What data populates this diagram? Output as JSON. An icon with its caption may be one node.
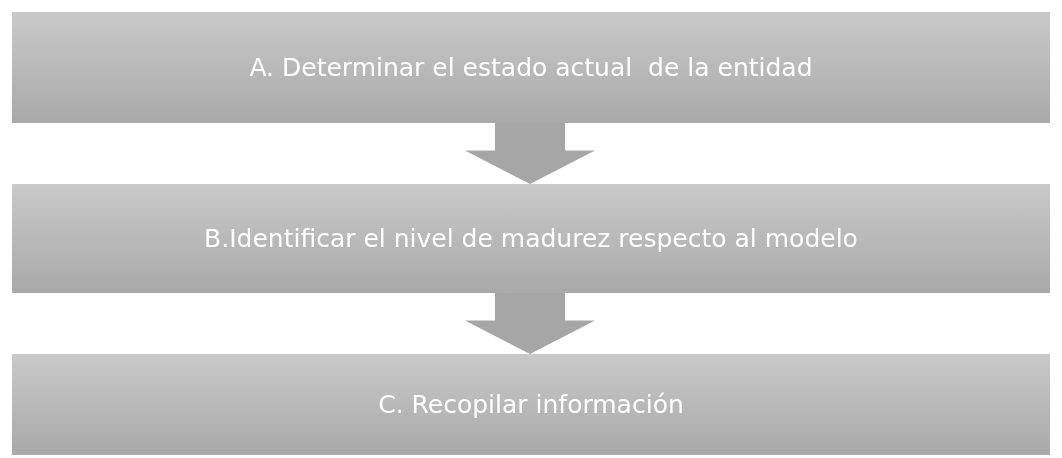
{
  "diagram": {
    "nodes": [
      {
        "text": [
          "A. Determinar el estado actual  de la entidad"
        ]
      },
      {
        "text": [
          "B.Identificar el nivel de madurez respecto al modelo"
        ]
      },
      {
        "text": [
          "C. Recopilar información"
        ]
      }
    ],
    "edges": [
      {
        "from": 0,
        "to": 1,
        "arrow": "to"
      },
      {
        "from": 1,
        "to": 2,
        "arrow": "to"
      }
    ]
  }
}
